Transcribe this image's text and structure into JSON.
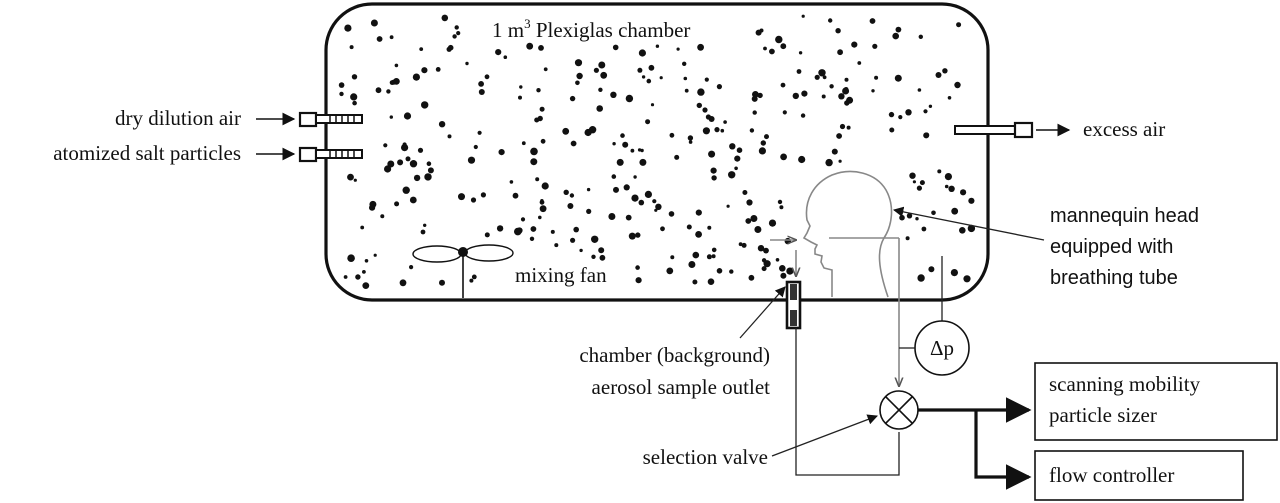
{
  "chamber": {
    "title_pre": "1 m",
    "title_sup": "3",
    "title_post": " Plexiglas  chamber"
  },
  "inlets": {
    "air": "dry dilution  air",
    "salt": "atomized  salt particles"
  },
  "outlet": {
    "excess": "excess air"
  },
  "fan": {
    "label": "mixing fan"
  },
  "mannequin": {
    "line1": "mannequin head",
    "line2": "equipped with",
    "line3": "breathing tube"
  },
  "sample_outlet": {
    "line1": "chamber (background)",
    "line2": "aerosol sample  outlet"
  },
  "pressure": {
    "symbol": "Δp"
  },
  "valve": {
    "label": "selection  valve"
  },
  "boxes": {
    "smps_line1": "scanning  mobility",
    "smps_line2": "particle  sizer",
    "flow": "flow controller"
  }
}
